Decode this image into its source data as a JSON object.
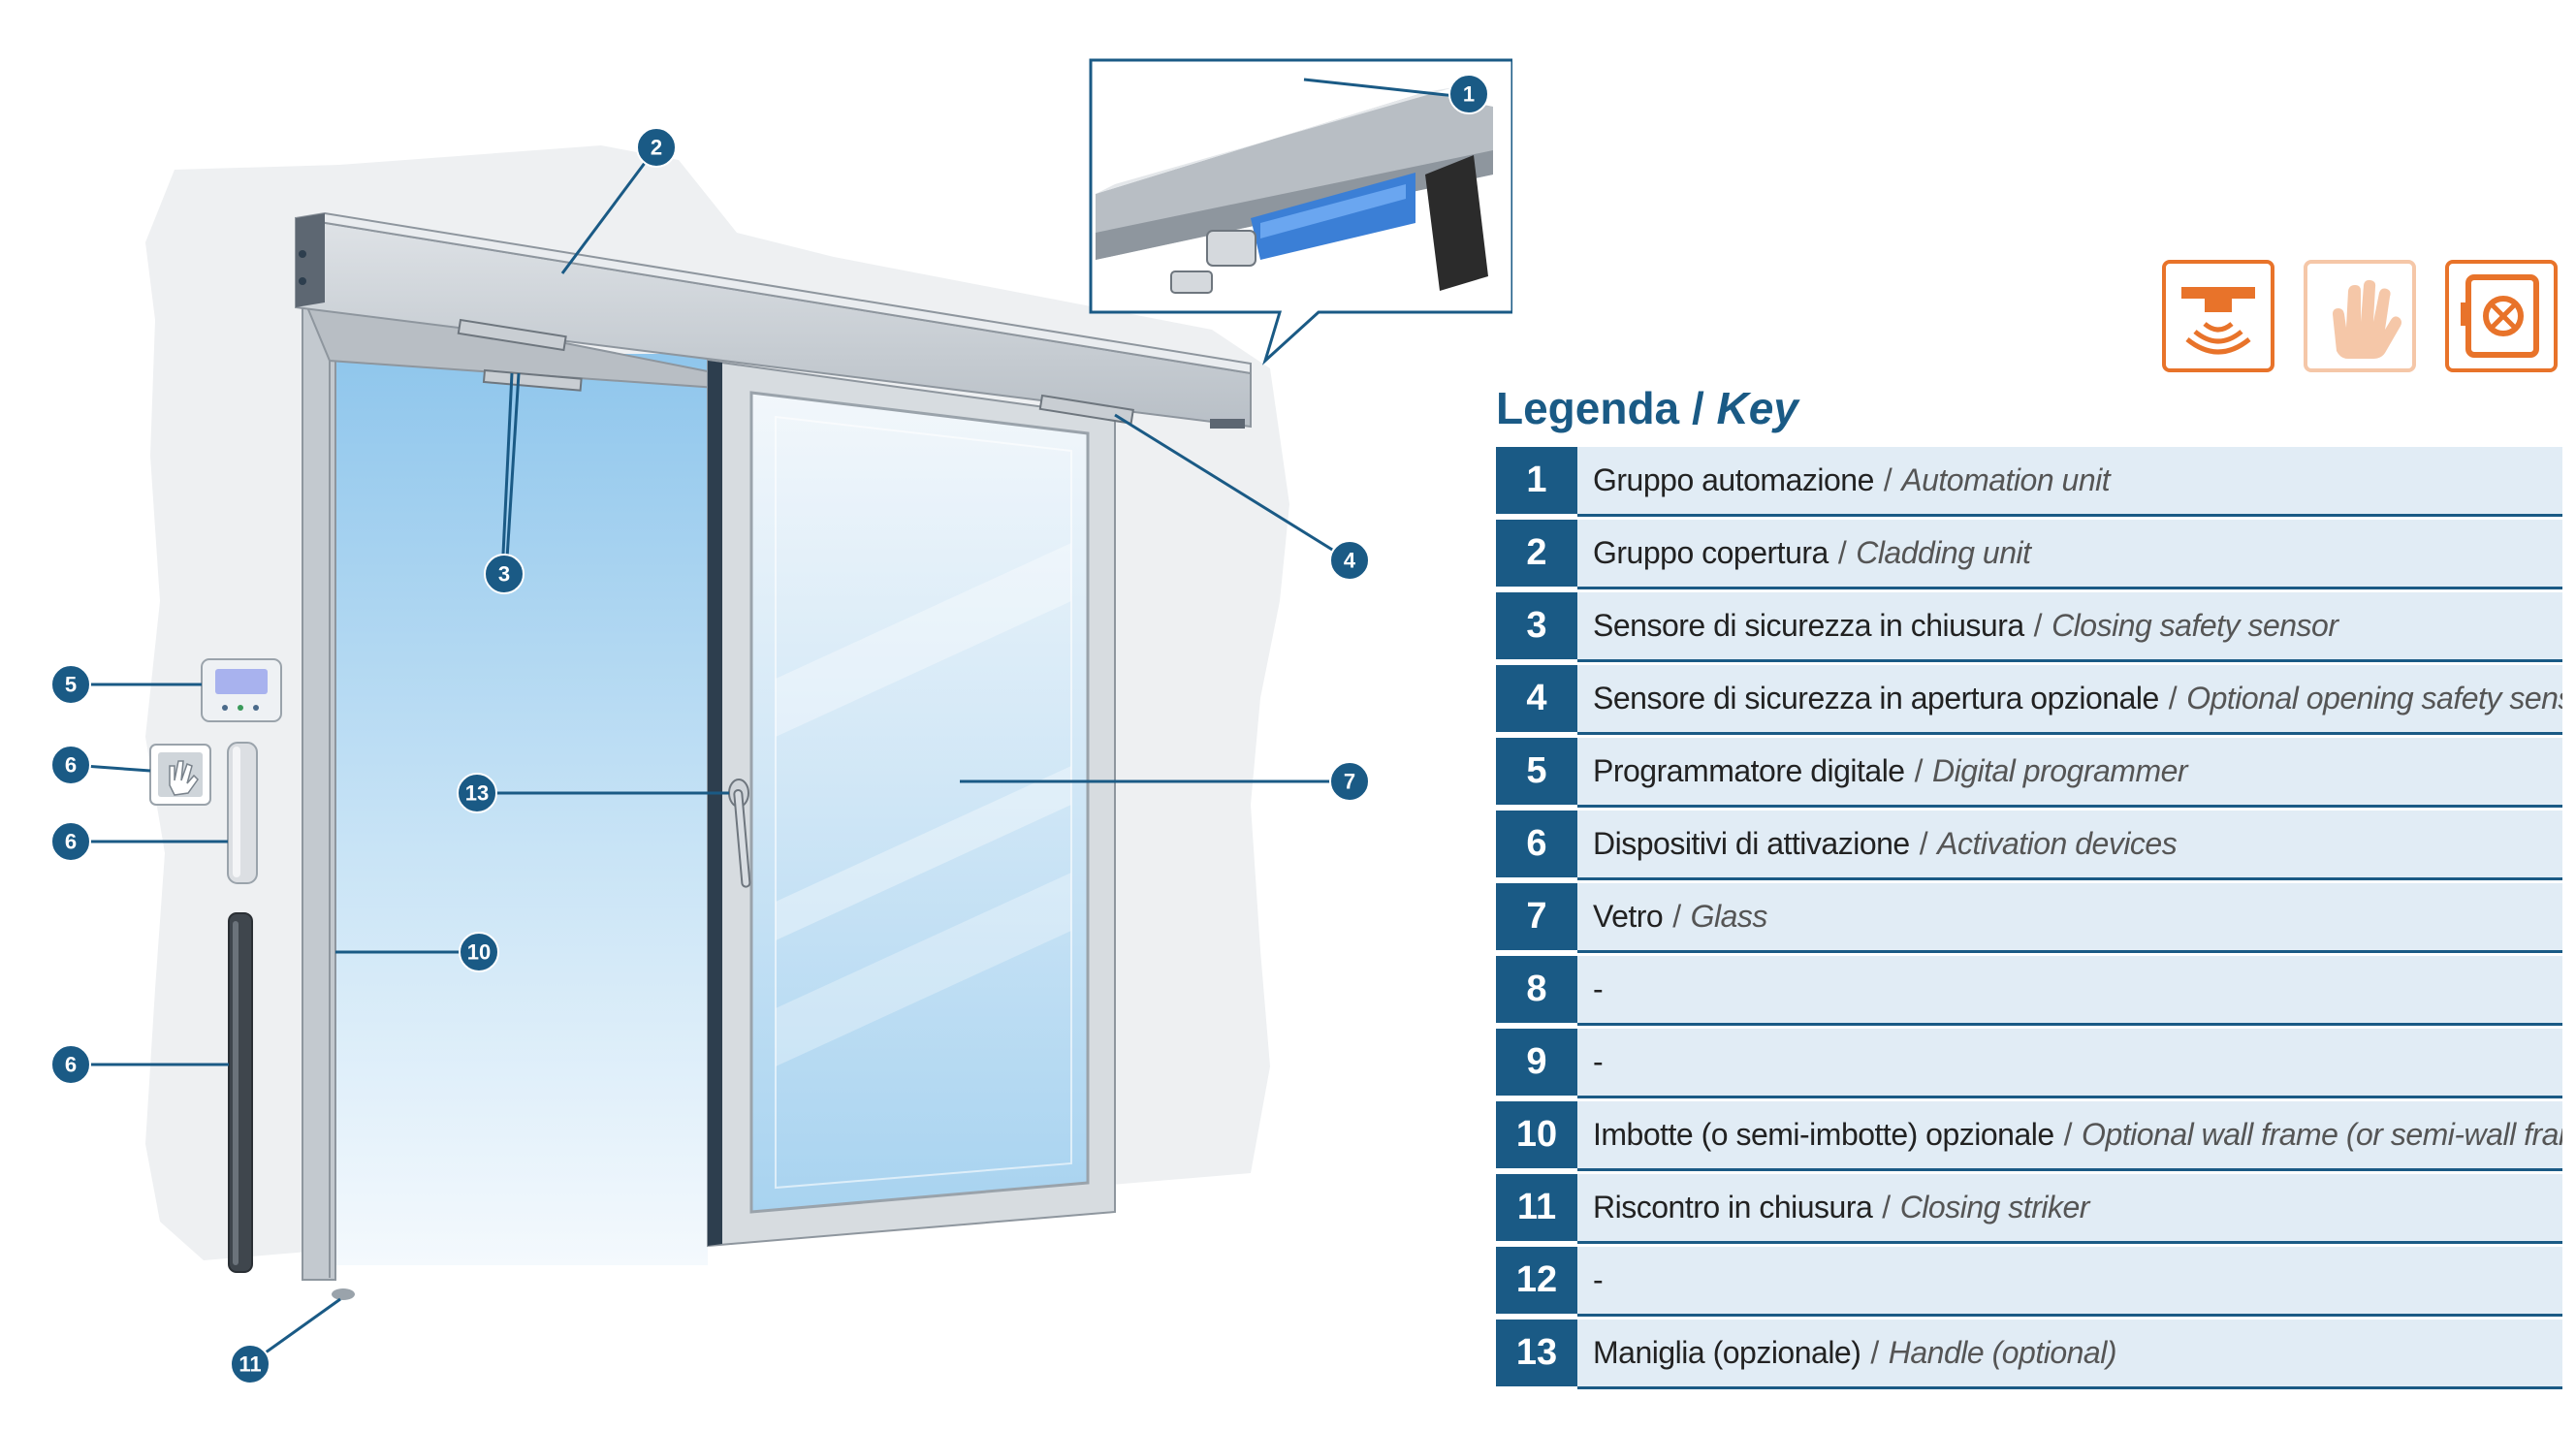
{
  "legend": {
    "title_it": "Legenda",
    "title_sep": "/",
    "title_en": "Key",
    "items": [
      {
        "num": "1",
        "it": "Gruppo automazione",
        "sep": "/",
        "en": "Automation unit"
      },
      {
        "num": "2",
        "it": "Gruppo copertura",
        "sep": "/",
        "en": "Cladding unit"
      },
      {
        "num": "3",
        "it": "Sensore di sicurezza in chiusura",
        "sep": "/",
        "en": "Closing safety sensor"
      },
      {
        "num": "4",
        "it": "Sensore di sicurezza in apertura opzionale",
        "sep": "/",
        "en": "Optional opening safety sensor"
      },
      {
        "num": "5",
        "it": "Programmatore digitale",
        "sep": "/",
        "en": "Digital programmer"
      },
      {
        "num": "6",
        "it": "Dispositivi di attivazione",
        "sep": "/",
        "en": "Activation devices"
      },
      {
        "num": "7",
        "it": "Vetro",
        "sep": "/",
        "en": "Glass"
      },
      {
        "num": "8",
        "it": "-",
        "sep": "",
        "en": ""
      },
      {
        "num": "9",
        "it": "-",
        "sep": "",
        "en": ""
      },
      {
        "num": "10",
        "it": "Imbotte (o semi-imbotte) opzionale",
        "sep": "/",
        "en": "Optional wall frame (or semi-wall frame)"
      },
      {
        "num": "11",
        "it": "Riscontro in chiusura",
        "sep": "/",
        "en": "Closing striker"
      },
      {
        "num": "12",
        "it": "-",
        "sep": "",
        "en": ""
      },
      {
        "num": "13",
        "it": "Maniglia (opzionale)",
        "sep": "/",
        "en": "Handle (optional)"
      }
    ]
  },
  "callouts": [
    "1",
    "2",
    "3",
    "4",
    "5",
    "6",
    "6",
    "6",
    "7",
    "10",
    "11",
    "13"
  ],
  "icons": [
    "radar-sensor-icon",
    "hand-touch-icon",
    "safe-lock-icon"
  ],
  "colors": {
    "brand_blue": "#1a5a85",
    "row_bg": "#e1ecf5",
    "icon_orange": "#e8732a",
    "icon_peach": "#f5c7a8"
  }
}
